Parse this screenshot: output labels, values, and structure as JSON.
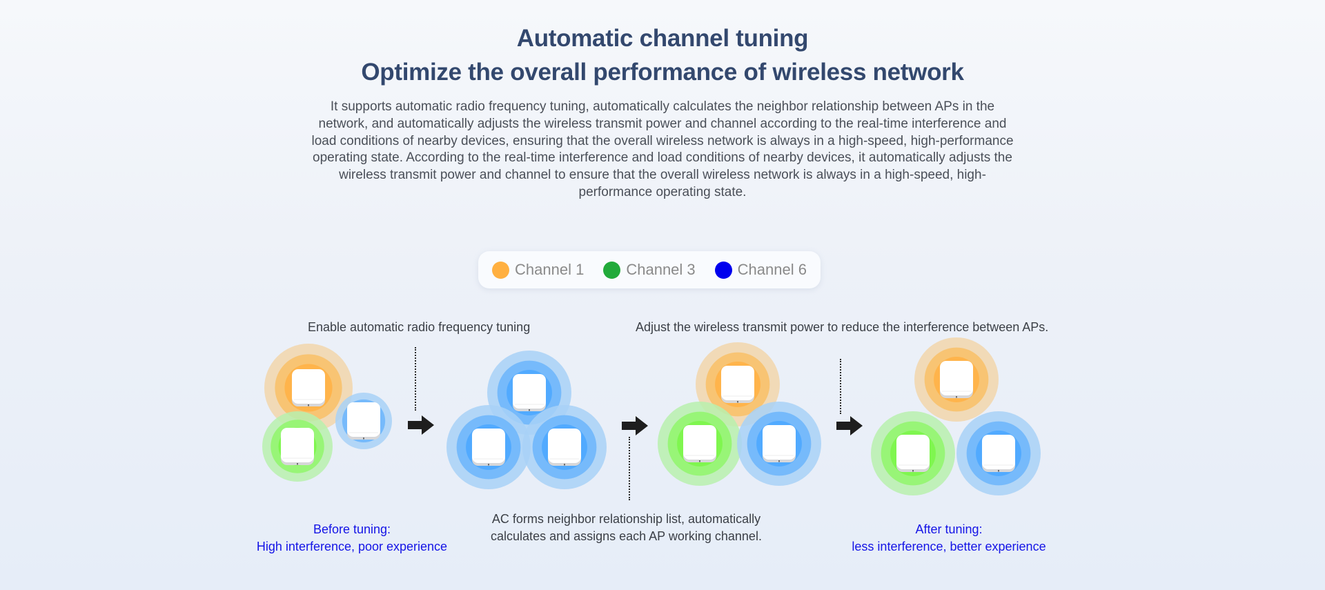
{
  "header": {
    "title_line1": "Automatic channel tuning",
    "title_line2": "Optimize the overall performance of wireless network",
    "description": "It supports automatic radio frequency tuning, automatically calculates the neighbor relationship between APs in the network, and automatically adjusts the wireless transmit power and channel according to the real-time interference and load conditions of nearby devices, ensuring that the overall wireless network is always in a high-speed, high-performance operating state. According to the real-time interference and load conditions of nearby devices, it automatically adjusts the wireless transmit power and channel to ensure that the overall wireless network is always in a high-speed, high-performance operating state."
  },
  "legend": {
    "items": [
      {
        "label": "Channel 1",
        "color": "#ffb040"
      },
      {
        "label": "Channel 3",
        "color": "#22aa3a"
      },
      {
        "label": "Channel 6",
        "color": "#0000ee"
      }
    ]
  },
  "steps": {
    "enable_label": "Enable automatic radio frequency tuning",
    "adjust_label": "Adjust the wireless transmit power to reduce the interference between APs.",
    "before_title": "Before tuning:",
    "before_detail": "High interference, poor experience",
    "ac_line1": "AC forms neighbor relationship list, automatically",
    "ac_line2": "calculates and assigns each AP working channel.",
    "after_title": "After tuning:",
    "after_detail": "less interference, better experience"
  },
  "diagram": {
    "signal_colors": {
      "channel1": [
        "#f2d6ac",
        "#f8c16c",
        "#ffb347"
      ],
      "channel3": [
        "#b8f0ae",
        "#93f570",
        "#7cf64a"
      ],
      "channel6": [
        "#a8d1f7",
        "#6fb7fb",
        "#4ea8ff"
      ]
    },
    "groups": [
      {
        "stage": "before",
        "aps": [
          {
            "channel": "channel1",
            "coverage": "large"
          },
          {
            "channel": "channel3",
            "coverage": "medium"
          },
          {
            "channel": "channel6",
            "coverage": "small"
          }
        ]
      },
      {
        "stage": "assigning",
        "aps": [
          {
            "channel": "channel6",
            "coverage": "medium"
          },
          {
            "channel": "channel6",
            "coverage": "medium"
          },
          {
            "channel": "channel6",
            "coverage": "medium"
          }
        ]
      },
      {
        "stage": "channels-assigned",
        "aps": [
          {
            "channel": "channel1",
            "coverage": "medium"
          },
          {
            "channel": "channel3",
            "coverage": "medium"
          },
          {
            "channel": "channel6",
            "coverage": "medium"
          }
        ]
      },
      {
        "stage": "after",
        "aps": [
          {
            "channel": "channel1",
            "coverage": "medium"
          },
          {
            "channel": "channel3",
            "coverage": "medium"
          },
          {
            "channel": "channel6",
            "coverage": "medium"
          }
        ]
      }
    ]
  }
}
